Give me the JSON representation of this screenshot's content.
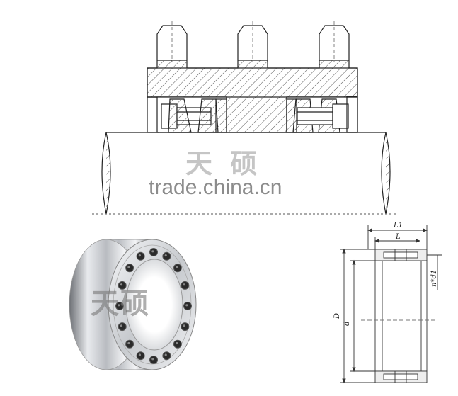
{
  "watermark": {
    "brand_cn_top": "天 硕",
    "brand_cn_bottom": "天硕",
    "site": "trade.china.cn"
  },
  "dimensions": {
    "L1": "L1",
    "L": "L",
    "n_d1": "n*d1",
    "D": "D",
    "d": "d"
  }
}
